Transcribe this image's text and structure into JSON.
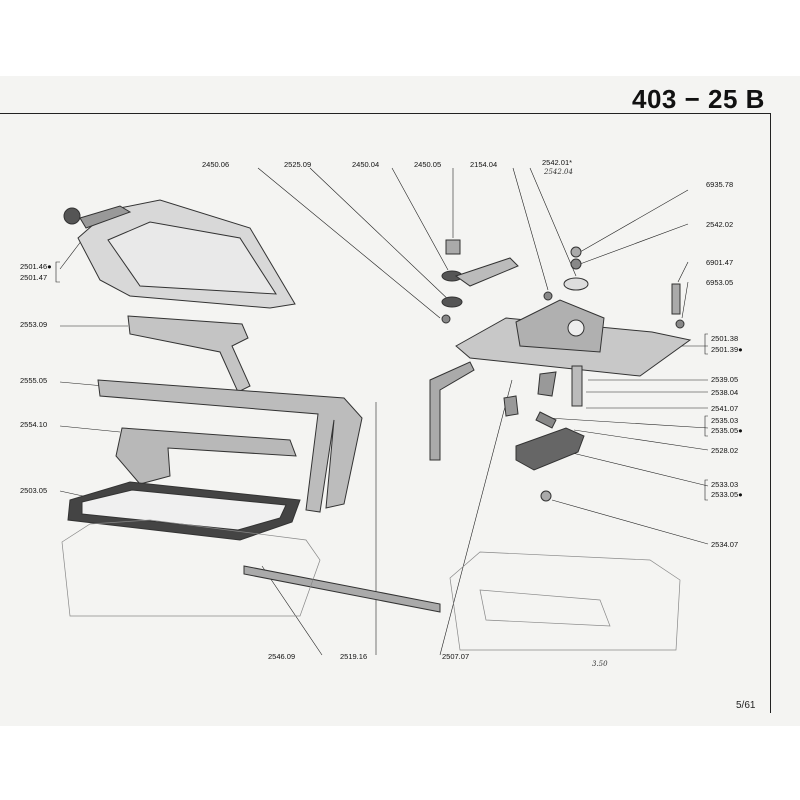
{
  "header": {
    "title": "403 − 25 B"
  },
  "footer": {
    "page_number": "5/61"
  },
  "handwritten": {
    "note_under_2542": "2542.04",
    "note_bottom": "3.50"
  },
  "labels": {
    "l2450_06": "2450.06",
    "l2525_09": "2525.09",
    "l2450_04": "2450.04",
    "l2450_05": "2450.05",
    "l2154_04": "2154.04",
    "l2542_01": "2542.01*",
    "l6935_78": "6935.78",
    "l2542_02": "2542.02",
    "l6901_47": "6901.47",
    "l6953_05": "6953.05",
    "l2501_46": "2501.46●",
    "l2501_47": "2501.47",
    "l2553_09": "2553.09",
    "l2555_05": "2555.05",
    "l2554_10": "2554.10",
    "l2503_05": "2503.05",
    "l2501_38": "2501.38",
    "l2501_39": "2501.39●",
    "l2539_05": "2539.05",
    "l2538_04": "2538.04",
    "l2541_07": "2541.07",
    "l2535_03": "2535.03",
    "l2535_05": "2535.05●",
    "l2528_02": "2528.02",
    "l2533_03": "2533.03",
    "l2533_05": "2533.05●",
    "l2534_07": "2534.07",
    "l2546_09": "2546.09",
    "l2519_16": "2519.16",
    "l2507_07": "2507.07"
  }
}
